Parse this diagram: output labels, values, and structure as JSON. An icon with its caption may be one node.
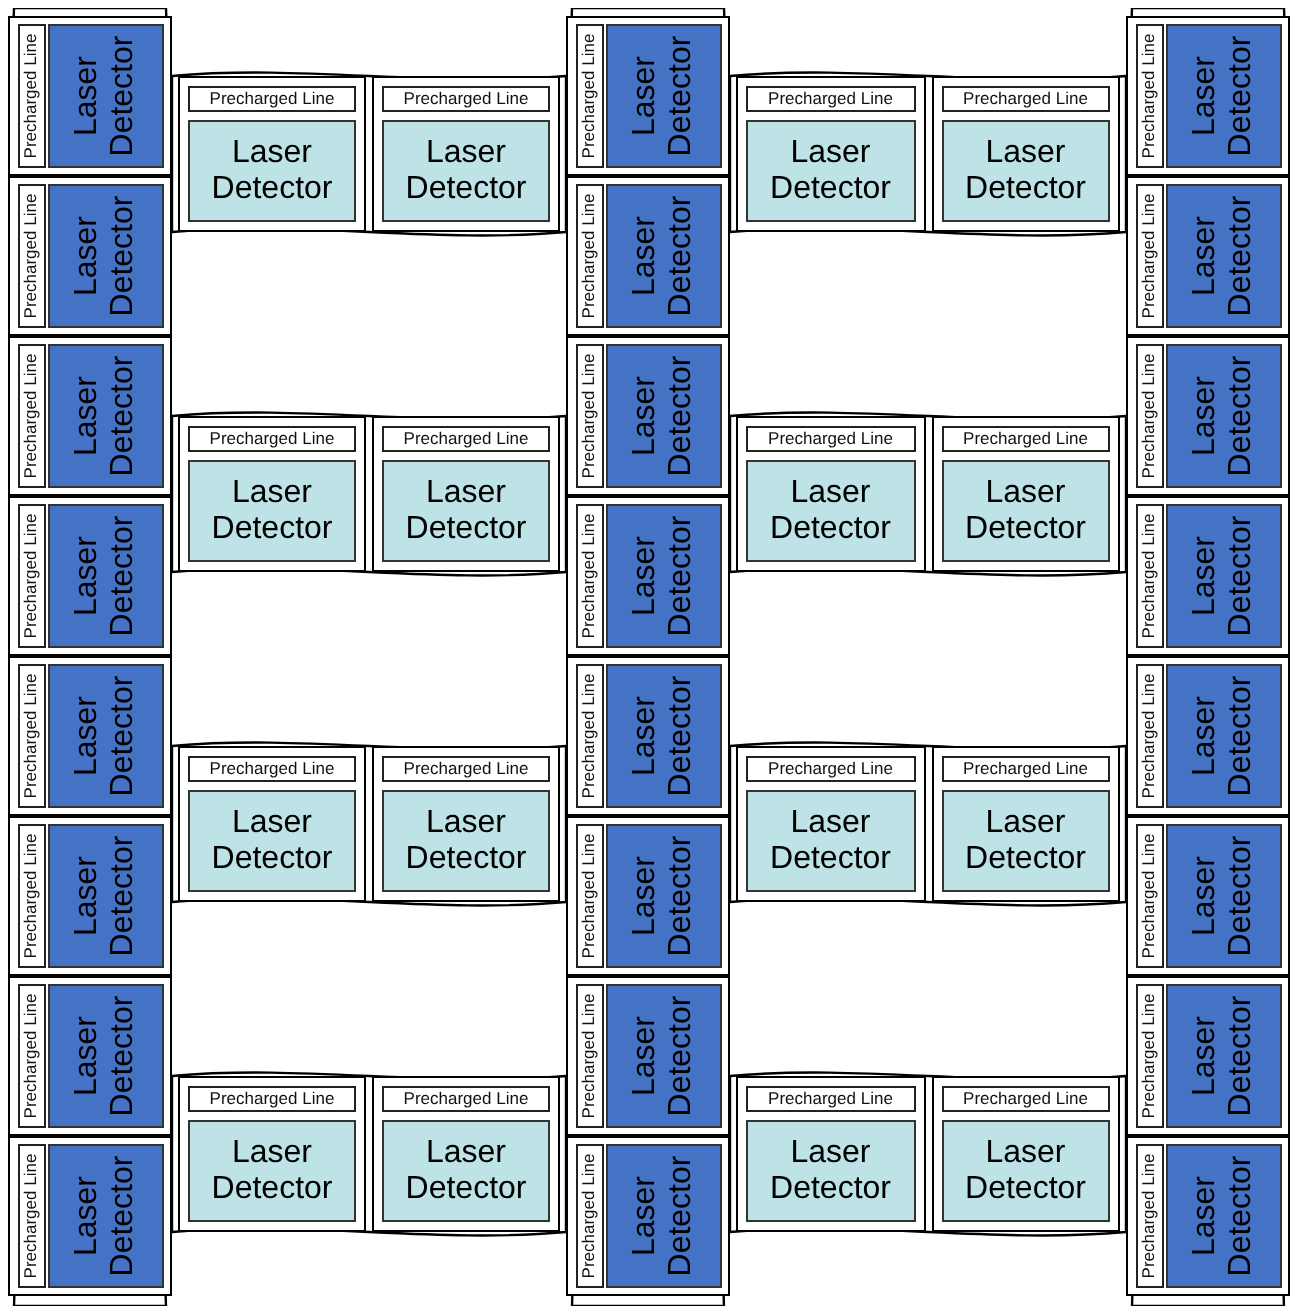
{
  "diagram": {
    "nodes": [
      {
        "text": [],
        "shape": "band"
      },
      {
        "text": [
          "Precharged Line",
          "Laser Detector"
        ],
        "in": 0
      },
      {
        "text": [
          "Precharged Line",
          "Laser Detector"
        ],
        "in": 0
      },
      {
        "text": [
          "Precharged Line",
          "Laser Detector"
        ],
        "in": 0
      },
      {
        "text": [
          "Precharged Line",
          "Laser Detector"
        ],
        "in": 0
      },
      {
        "text": [
          "Precharged Line",
          "Laser Detector"
        ],
        "in": 0
      },
      {
        "text": [
          "Precharged Line",
          "Laser Detector"
        ],
        "in": 0
      },
      {
        "text": [
          "Precharged Line",
          "Laser Detector"
        ],
        "in": 0
      },
      {
        "text": [
          "Precharged Line",
          "Laser Detector"
        ],
        "in": 0
      },
      {
        "text": [],
        "shape": "band"
      },
      {
        "text": [
          "Precharged Line",
          "Laser Detector"
        ],
        "in": 9
      },
      {
        "text": [
          "Precharged Line",
          "Laser Detector"
        ],
        "in": 9
      },
      {
        "text": [],
        "shape": "band"
      },
      {
        "text": [
          "Precharged Line",
          "Laser Detector"
        ],
        "in": 12
      },
      {
        "text": [
          "Precharged Line",
          "Laser Detector"
        ],
        "in": 12
      },
      {
        "text": [],
        "shape": "band"
      },
      {
        "text": [
          "Precharged Line",
          "Laser Detector"
        ],
        "in": 15
      },
      {
        "text": [
          "Precharged Line",
          "Laser Detector"
        ],
        "in": 15
      },
      {
        "text": [],
        "shape": "band"
      },
      {
        "text": [
          "Precharged Line",
          "Laser Detector"
        ],
        "in": 18
      },
      {
        "text": [
          "Precharged Line",
          "Laser Detector"
        ],
        "in": 18
      },
      {
        "text": [],
        "shape": "band"
      },
      {
        "text": [
          "Precharged Line",
          "Laser Detector"
        ],
        "in": 21
      },
      {
        "text": [
          "Precharged Line",
          "Laser Detector"
        ],
        "in": 21
      },
      {
        "text": [],
        "shape": "band"
      },
      {
        "text": [
          "Precharged Line",
          "Laser Detector"
        ],
        "in": 24
      },
      {
        "text": [
          "Precharged Line",
          "Laser Detector"
        ],
        "in": 24
      },
      {
        "text": [],
        "shape": "band"
      },
      {
        "text": [
          "Precharged Line",
          "Laser Detector"
        ],
        "in": 27
      },
      {
        "text": [
          "Precharged Line",
          "Laser Detector"
        ],
        "in": 27
      },
      {
        "text": [],
        "shape": "band"
      },
      {
        "text": [
          "Precharged Line",
          "Laser Detector"
        ],
        "in": 30
      },
      {
        "text": [
          "Precharged Line",
          "Laser Detector"
        ],
        "in": 30
      },
      {
        "text": [],
        "shape": "band"
      },
      {
        "text": [
          "Precharged Line",
          "Laser Detector"
        ],
        "in": 33
      },
      {
        "text": [
          "Precharged Line",
          "Laser Detector"
        ],
        "in": 33
      },
      {
        "text": [
          "Precharged Line",
          "Laser Detector"
        ],
        "in": 33
      },
      {
        "text": [
          "Precharged Line",
          "Laser Detector"
        ],
        "in": 33
      },
      {
        "text": [
          "Precharged Line",
          "Laser Detector"
        ],
        "in": 33
      },
      {
        "text": [
          "Precharged Line",
          "Laser Detector"
        ],
        "in": 33
      },
      {
        "text": [
          "Precharged Line",
          "Laser Detector"
        ],
        "in": 33
      },
      {
        "text": [
          "Precharged Line",
          "Laser Detector"
        ],
        "in": 33
      },
      {
        "text": [],
        "shape": "band"
      },
      {
        "text": [
          "Precharged Line",
          "Laser Detector"
        ],
        "in": 42
      },
      {
        "text": [
          "Precharged Line",
          "Laser Detector"
        ],
        "in": 42
      },
      {
        "text": [
          "Precharged Line",
          "Laser Detector"
        ],
        "in": 42
      },
      {
        "text": [
          "Precharged Line",
          "Laser Detector"
        ],
        "in": 42
      },
      {
        "text": [
          "Precharged Line",
          "Laser Detector"
        ],
        "in": 42
      },
      {
        "text": [
          "Precharged Line",
          "Laser Detector"
        ],
        "in": 42
      },
      {
        "text": [
          "Precharged Line",
          "Laser Detector"
        ],
        "in": 42
      },
      {
        "text": [
          "Precharged Line",
          "Laser Detector"
        ],
        "in": 42
      }
    ]
  }
}
